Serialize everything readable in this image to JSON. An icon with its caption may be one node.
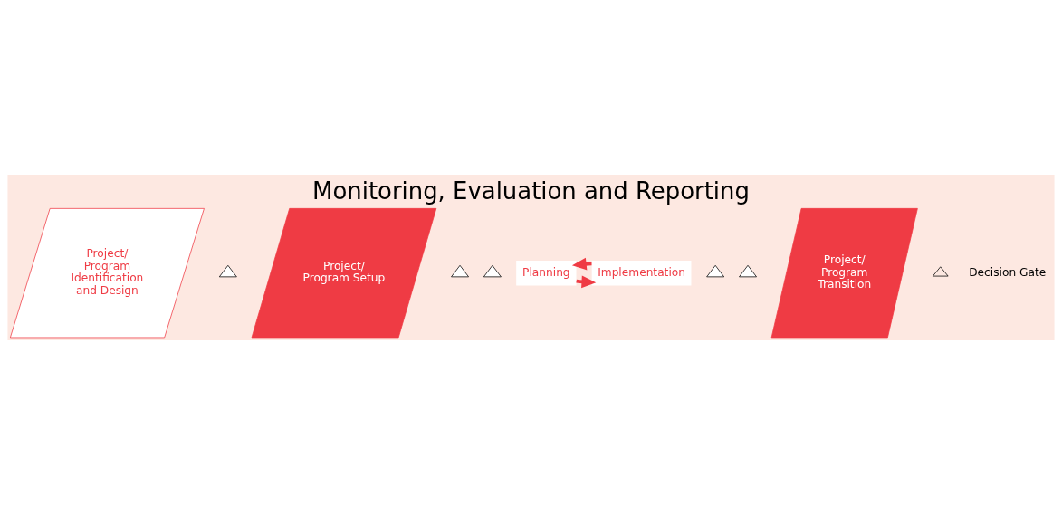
{
  "diagram": {
    "title": "Monitoring, Evaluation and Reporting",
    "nodes": [
      {
        "text": [
          "Project/ Program Identification and Design"
        ]
      },
      {
        "text": [],
        "shape": "triangle"
      },
      {
        "text": [
          "Project/ Program Setup"
        ]
      },
      {
        "text": [],
        "shape": "triangle"
      },
      {
        "text": [],
        "shape": "triangle"
      },
      {
        "text": [
          "Planning"
        ]
      },
      {
        "text": [
          "Implementation"
        ]
      },
      {
        "text": [],
        "shape": "triangle"
      },
      {
        "text": [],
        "shape": "triangle"
      },
      {
        "text": [
          "Project/ Program Transition"
        ]
      }
    ],
    "edges": [
      {
        "from": 5,
        "to": 6,
        "arrow": "to"
      },
      {
        "from": 6,
        "to": 5,
        "arrow": "to"
      }
    ],
    "legend": [
      {
        "text": "Decision Gate"
      }
    ]
  }
}
